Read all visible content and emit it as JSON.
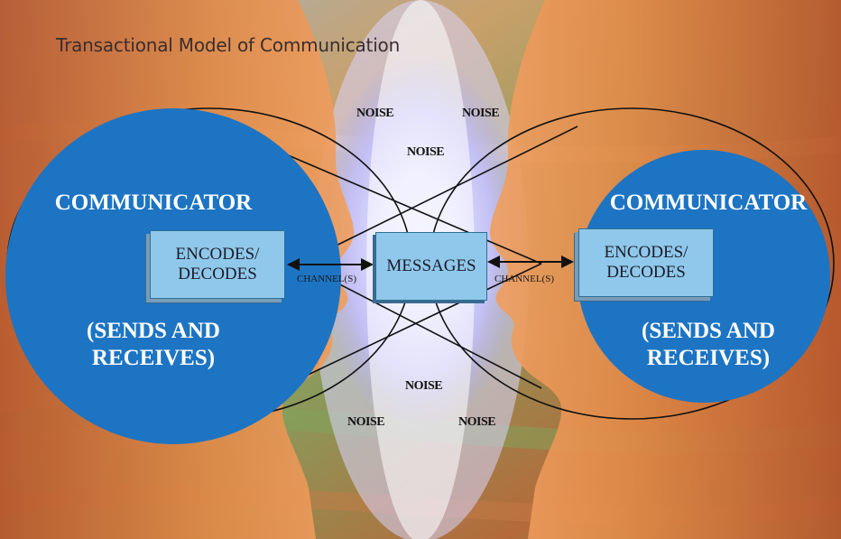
{
  "title": "Transactional Model of Communication",
  "left_communicator": {
    "heading": "COMMUNICATOR",
    "role_line1": "(SENDS AND",
    "role_line2": "RECEIVES)",
    "box_line1": "ENCODES/",
    "box_line2": "DECODES"
  },
  "right_communicator": {
    "heading": "COMMUNICATOR",
    "role_line1": "(SENDS AND",
    "role_line2": "RECEIVES)",
    "box_line1": "ENCODES/",
    "box_line2": "DECODES"
  },
  "messages_label": "MESSAGES",
  "channel_left": "CHANNEL(S)",
  "channel_right": "CHANNEL(S)",
  "noise": [
    "NOISE",
    "NOISE",
    "NOISE",
    "NOISE",
    "NOISE",
    "NOISE"
  ],
  "colors": {
    "circle_fill": "#1d74c3",
    "box_fill": "#8fc8ea",
    "line": "#111111",
    "head_orange": "#d9783c"
  }
}
